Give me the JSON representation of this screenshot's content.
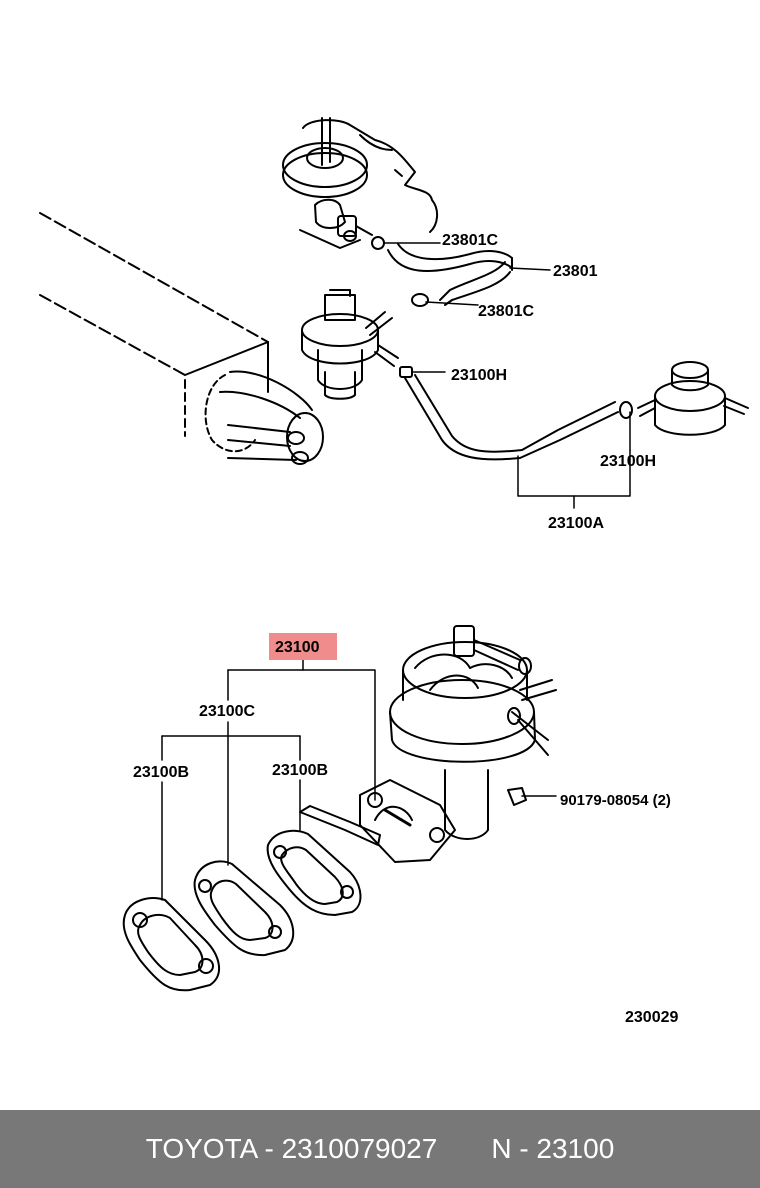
{
  "labels": {
    "p23801C_top": "23801C",
    "p23801": "23801",
    "p23801C_bottom": "23801C",
    "p23100H_left": "23100H",
    "p23100H_right": "23100H",
    "p23100A": "23100A",
    "p23100": "23100",
    "p23100C": "23100C",
    "p23100B_left": "23100B",
    "p23100B_right": "23100B",
    "p90179": "90179-08054 (2)",
    "diagram_number": "230029"
  },
  "footer": {
    "brand_part": "TOYOTA - 2310079027",
    "ref": "N - 23100"
  },
  "colors": {
    "highlight": "#f08c8c",
    "footer_bg": "#787878"
  }
}
